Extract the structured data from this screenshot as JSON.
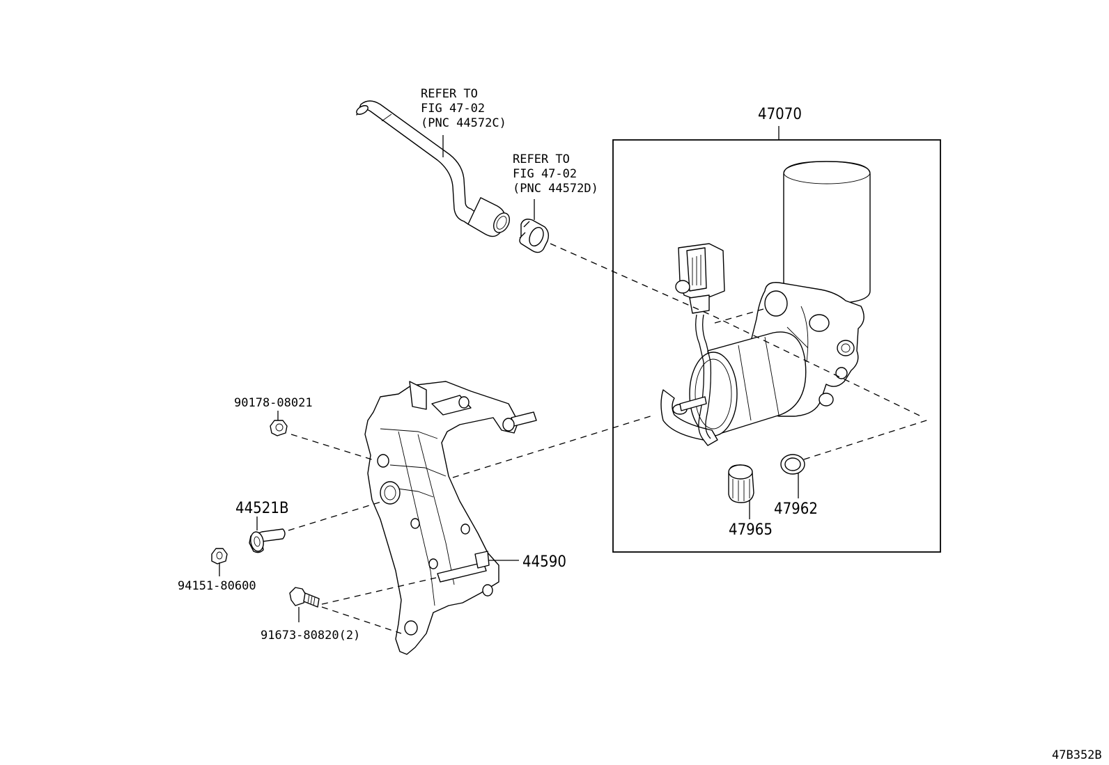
{
  "diagram_id": "47B352B",
  "refer_notes": [
    {
      "lines": [
        "REFER TO",
        "FIG 47-02",
        "(PNC 44572C)"
      ]
    },
    {
      "lines": [
        "REFER TO",
        "FIG 47-02",
        "(PNC 44572D)"
      ]
    }
  ],
  "parts": {
    "compressor_assembly": "47070",
    "nut_upper": "90178-08021",
    "collar": "44521B",
    "nut_lower": "94151-80600",
    "bolt": "91673-80820(2)",
    "bracket": "44590",
    "filter": "47965",
    "gasket": "47962"
  }
}
